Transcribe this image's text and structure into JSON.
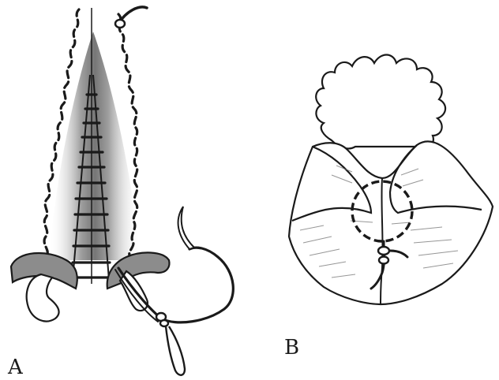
{
  "figure": {
    "panels": [
      {
        "id": "A",
        "label": "A"
      },
      {
        "id": "B",
        "label": "B"
      }
    ]
  },
  "colors": {
    "ink": "#1a1a1a",
    "tissue_gray": "#8c8c8c",
    "shadow_gray": "#bdbdbd",
    "paper": "#ffffff"
  }
}
